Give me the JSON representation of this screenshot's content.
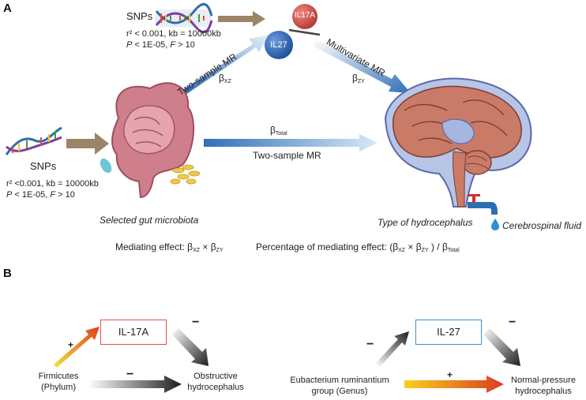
{
  "panel_a": {
    "label": "A",
    "top_snps": {
      "title": "SNPs",
      "line1": "r² < 0.001, kb = 10000kb",
      "line2_p": "P",
      "line2_rest": " < 1E-05, ",
      "line2_f": "F",
      "line2_end": " > 10"
    },
    "left_snps": {
      "title": "SNPs",
      "line1": "r² <0.001, kb = 10000kb",
      "line2_p": "P",
      "line2_rest": " < 1E-05, ",
      "line2_f": "F",
      "line2_end": " > 10"
    },
    "il17a": "IL17A",
    "il27": "IL27",
    "two_sample_mr_upper": "Two-sample MR",
    "beta_xz": "β",
    "beta_xz_sub": "XZ",
    "multivariate_mr": "Multivariate MR",
    "beta_zy": "β",
    "beta_zy_sub": "ZY",
    "beta_total": "β",
    "beta_total_sub": "Total",
    "two_sample_mr_lower": "Two-sample MR",
    "gut_label": "Selected gut microbiota",
    "hydro_label": "Type of hydrocephalus",
    "csf_label": "Cerebrospinal fluid",
    "mediating_effect": "Mediating effect: β",
    "mediating_effect_sub1": "XZ",
    "mediating_effect_mid": " × β",
    "mediating_effect_sub2": "ZY",
    "percentage_effect": "Percentage of mediating effect: (β",
    "percentage_sub1": "XZ",
    "percentage_mid": " × β",
    "percentage_sub2": "ZY",
    "percentage_mid2": " ) / β",
    "percentage_sub3": "Total"
  },
  "panel_b": {
    "label": "B",
    "left": {
      "box": "IL-17A",
      "exposure_line1": "Firmicutes",
      "exposure_line2": "(Phylum)",
      "outcome_line1": "Obstructive",
      "outcome_line2": "hydrocephalus",
      "sign_exposure_to_mediator": "+",
      "sign_mediator_to_outcome": "−",
      "sign_direct": "−"
    },
    "right": {
      "box": "IL-27",
      "exposure_line1": "Eubacterium ruminantium",
      "exposure_line2": "group (Genus)",
      "outcome_line1": "Normal-pressure",
      "outcome_line2": "hydrocephalus",
      "sign_exposure_to_mediator": "−",
      "sign_mediator_to_outcome": "−",
      "sign_direct": "+"
    }
  },
  "colors": {
    "brown_arrow": "#9b8468",
    "blue_arrow": "#3d7fc4",
    "il17a": "#c94a4a",
    "il27": "#2e63b0",
    "box_red": "#e0534a",
    "box_blue": "#3b8fd1",
    "positive_gradient": [
      "#f5e23a",
      "#e0401e"
    ],
    "negative_gradient": [
      "#ffffff",
      "#222222"
    ]
  }
}
